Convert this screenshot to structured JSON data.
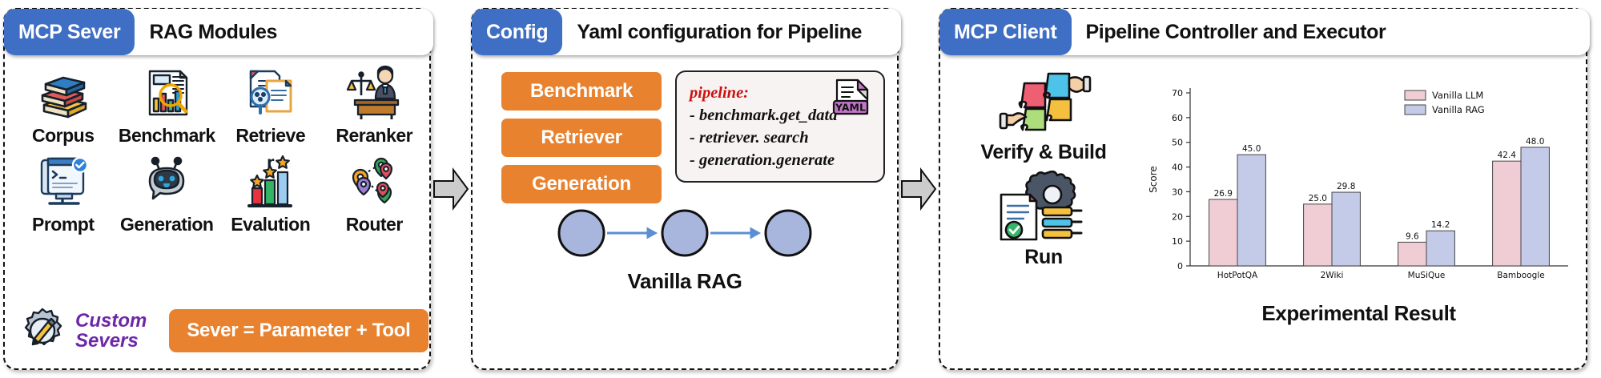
{
  "panels": [
    {
      "tag": "MCP Sever",
      "title": "RAG Modules",
      "modules": [
        {
          "label": "Corpus",
          "icon": "books-icon"
        },
        {
          "label": "Benchmark",
          "icon": "chart-magnifier-icon"
        },
        {
          "label": "Retrieve",
          "icon": "document-search-icon"
        },
        {
          "label": "Reranker",
          "icon": "judge-icon"
        },
        {
          "label": "Prompt",
          "icon": "terminal-monitor-icon"
        },
        {
          "label": "Generation",
          "icon": "robot-chat-icon"
        },
        {
          "label": "Evalution",
          "icon": "star-bars-icon"
        },
        {
          "label": "Router",
          "icon": "map-pins-icon"
        }
      ],
      "custom_label_line1": "Custom",
      "custom_label_line2": "Severs",
      "custom_icon": "gear-pencil-icon",
      "sever_formula": "Sever = Parameter + Tool",
      "accent_orange": "#e8822e",
      "accent_purple": "#6d28a8"
    },
    {
      "tag": "Config",
      "title": "Yaml configuration for Pipeline",
      "stack": [
        "Benchmark",
        "Retriever",
        "Generation"
      ],
      "code": {
        "head": "pipeline:",
        "lines": [
          "- benchmark.get_data",
          "- retriever. search",
          "- generation.generate"
        ],
        "file_icon_label": "YAML"
      },
      "flow_label": "Vanilla RAG",
      "flow_nodes": 3
    },
    {
      "tag": "MCP Client",
      "title": "Pipeline Controller and Executor",
      "steps": [
        {
          "label": "Verify & Build",
          "icon": "puzzle-hands-icon"
        },
        {
          "label": "Run",
          "icon": "document-gear-icon"
        }
      ],
      "chart_caption": "Experimental Result"
    }
  ],
  "chart_data": {
    "type": "bar",
    "title": "",
    "xlabel": "",
    "ylabel": "Score",
    "categories": [
      "HotPotQA",
      "2Wiki",
      "MuSiQue",
      "Bamboogle"
    ],
    "series": [
      {
        "name": "Vanilla LLM",
        "values": [
          26.9,
          25.0,
          9.6,
          42.4
        ],
        "color": "#f0cdd5"
      },
      {
        "name": "Vanilla RAG",
        "values": [
          45.0,
          29.8,
          14.2,
          48.0
        ],
        "color": "#c3cbe8"
      }
    ],
    "ylim": [
      0,
      70
    ],
    "yticks": [
      0,
      10,
      20,
      30,
      40,
      50,
      60,
      70
    ],
    "grid": false,
    "legend_position": "top-right",
    "data_labels": true
  },
  "colors": {
    "brand_blue": "#3f6fc4",
    "orange": "#e8822e",
    "purple": "#6d28a8",
    "arrow_gray": "#c9c9c9",
    "node_blue": "#a8b6de"
  }
}
